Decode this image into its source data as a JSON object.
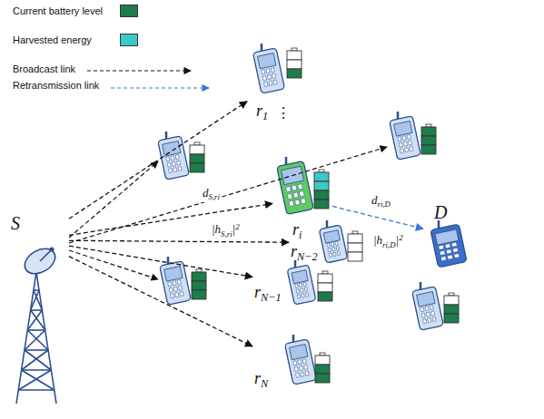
{
  "diagram": {
    "nodes": [
      {
        "text": [
          "S"
        ]
      },
      {
        "text": [
          "r1"
        ]
      },
      {
        "text": [
          "ri"
        ]
      },
      {
        "text": [
          "rN−2"
        ]
      },
      {
        "text": [
          "rN−1"
        ]
      },
      {
        "text": [
          "rN"
        ]
      },
      {
        "text": [
          "D"
        ]
      }
    ],
    "edges": [
      {
        "from": 0,
        "to": 1,
        "arrow": "to"
      },
      {
        "from": 0,
        "to": 2,
        "arrow": "to"
      },
      {
        "from": 0,
        "to": 3,
        "arrow": "to"
      },
      {
        "from": 0,
        "to": 4,
        "arrow": "to"
      },
      {
        "from": 0,
        "to": 5,
        "arrow": "to"
      },
      {
        "from": 2,
        "to": 6,
        "arrow": "to"
      }
    ],
    "labels": [
      "⋮",
      "dS,ri",
      "|hS,ri|2",
      "dri,D",
      "|hri,D|2"
    ],
    "legend": [
      {
        "text": "Current battery level",
        "color": "#1e7b4c"
      },
      {
        "text": "Harvested energy",
        "color": "#3cc8c8"
      },
      {
        "text": "Broadcast link"
      },
      {
        "text": "Retransmission link"
      }
    ]
  }
}
